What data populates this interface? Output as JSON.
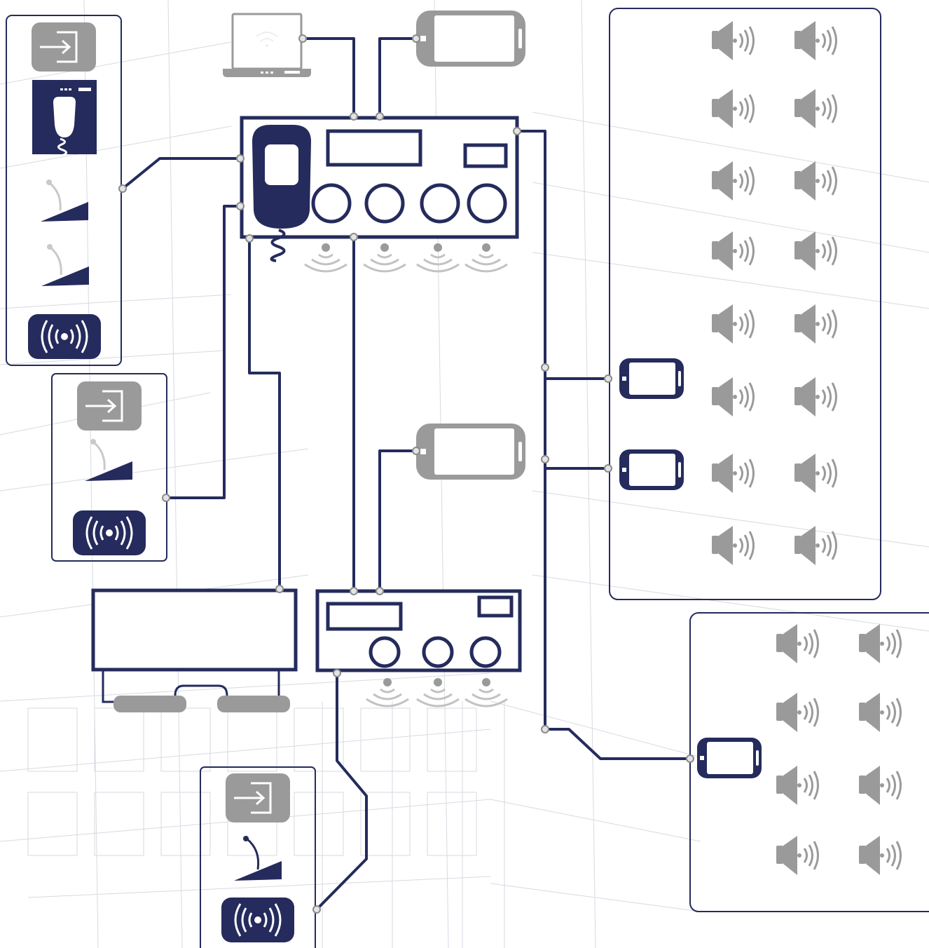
{
  "colors": {
    "navy": "#252b5c",
    "gray": "#9a9a9a",
    "light_gray": "#c9c9c9",
    "sketch": "#d3d7de",
    "white": "#ffffff"
  },
  "icons": {
    "input": "input-arrow-icon",
    "handset": "handset-microphone-icon",
    "desk_mic": "desk-microphone-icon",
    "broadcast": "wireless-broadcast-icon",
    "laptop": "laptop-icon",
    "phone": "smartphone-icon",
    "speaker": "loudspeaker-icon",
    "amplifier": "amplifier-icon",
    "mixer": "audio-mixer-icon",
    "signal": "signal-waves-icon"
  },
  "diagram": {
    "zones": [
      {
        "id": "zone-1",
        "speakers": 16,
        "amplifiers": 2
      },
      {
        "id": "zone-2",
        "speakers": 8,
        "amplifiers": 1
      }
    ],
    "consoles": [
      {
        "id": "console-left-top",
        "items": [
          "input",
          "handset",
          "desk_mic",
          "desk_mic",
          "broadcast"
        ]
      },
      {
        "id": "console-left-mid",
        "items": [
          "input",
          "desk_mic",
          "broadcast"
        ]
      },
      {
        "id": "console-bottom",
        "items": [
          "input",
          "desk_mic",
          "broadcast"
        ]
      }
    ],
    "main_unit": {
      "knobs": 4
    },
    "secondary_unit": {
      "knobs": 3
    }
  }
}
